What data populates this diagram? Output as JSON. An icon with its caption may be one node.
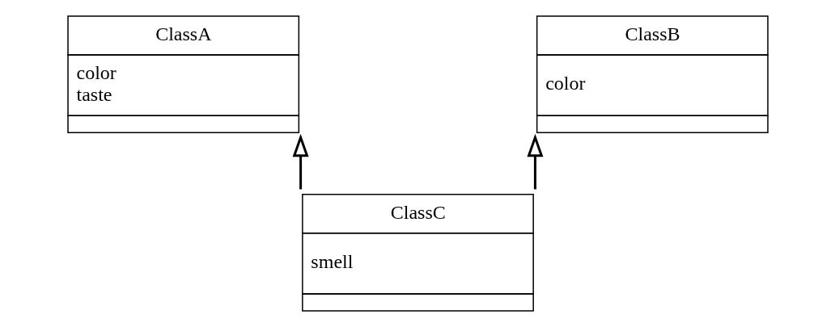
{
  "diagram": {
    "nodes": [
      {
        "text": [
          "ClassA",
          "color",
          "taste"
        ]
      },
      {
        "text": [
          "ClassB",
          "color"
        ]
      },
      {
        "text": [
          "ClassC",
          "smell"
        ]
      }
    ],
    "edges": [
      {
        "from": 2,
        "to": 0,
        "arrow": "to"
      },
      {
        "from": 2,
        "to": 1,
        "arrow": "to"
      }
    ]
  }
}
